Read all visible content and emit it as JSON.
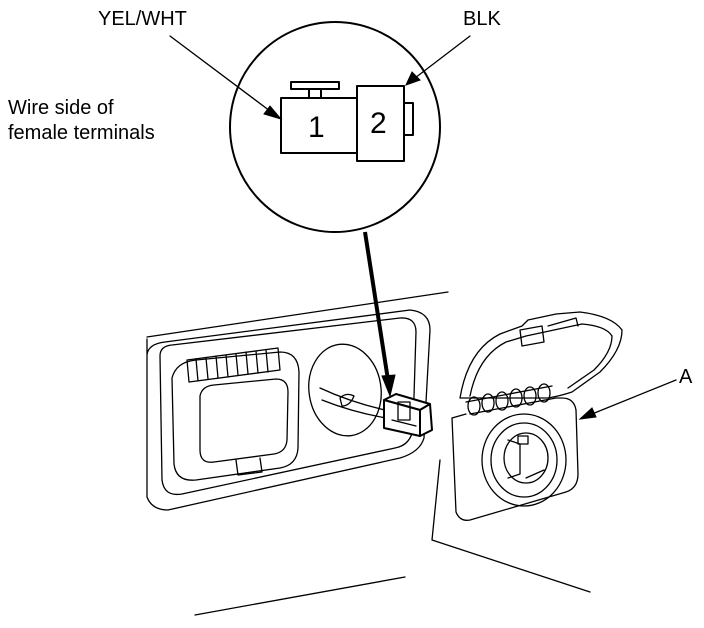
{
  "labels": {
    "yel_wht": "YEL/WHT",
    "blk": "BLK",
    "wire_side_line1": "Wire side of",
    "wire_side_line2": "female terminals",
    "part_a": "A"
  },
  "connector": {
    "terminal_1": "1",
    "terminal_2": "2"
  },
  "colors": {
    "line": "#000000",
    "background": "#ffffff"
  }
}
